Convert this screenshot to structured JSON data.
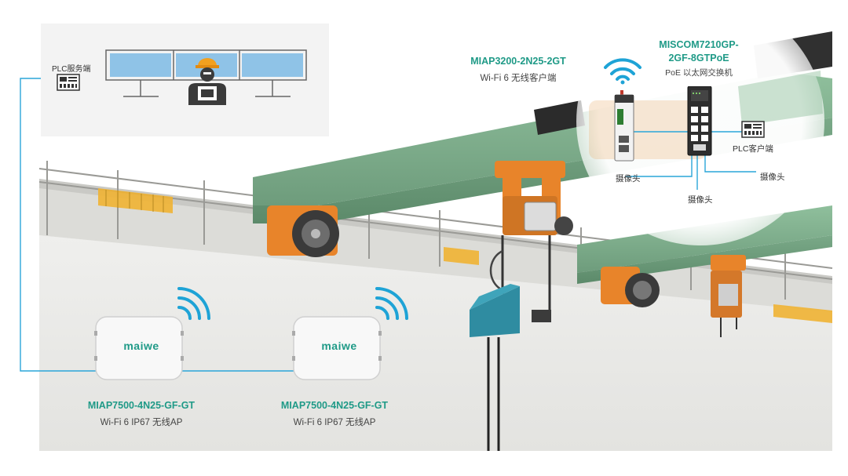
{
  "control_room": {
    "plc_server_label": "PLC服务端"
  },
  "ap_left": {
    "brand": "maiwe",
    "model": "MIAP7500-4N25-GF-GT",
    "desc": "Wi-Fi 6 IP67 无线AP"
  },
  "ap_right": {
    "brand": "maiwe",
    "model": "MIAP7500-4N25-GF-GT",
    "desc": "Wi-Fi 6 IP67 无线AP"
  },
  "client": {
    "model": "MIAP3200-2N25-2GT",
    "desc": "Wi-Fi 6 无线客户端"
  },
  "switch": {
    "model_line1": "MISCOM7210GP-",
    "model_line2": "2GF-8GTPoE",
    "desc": "PoE 以太网交换机"
  },
  "endpoints": {
    "plc_client": "PLC客户端",
    "camera_left": "摄像头",
    "camera_right": "摄像头",
    "camera_bottom": "摄像头"
  },
  "colors": {
    "brand_green": "#1f9a87",
    "wifi_blue": "#1ea3d6",
    "girder_green": "#7fae8c",
    "trolley_orange": "#e8842a",
    "line_blue": "#2aa6d9"
  }
}
